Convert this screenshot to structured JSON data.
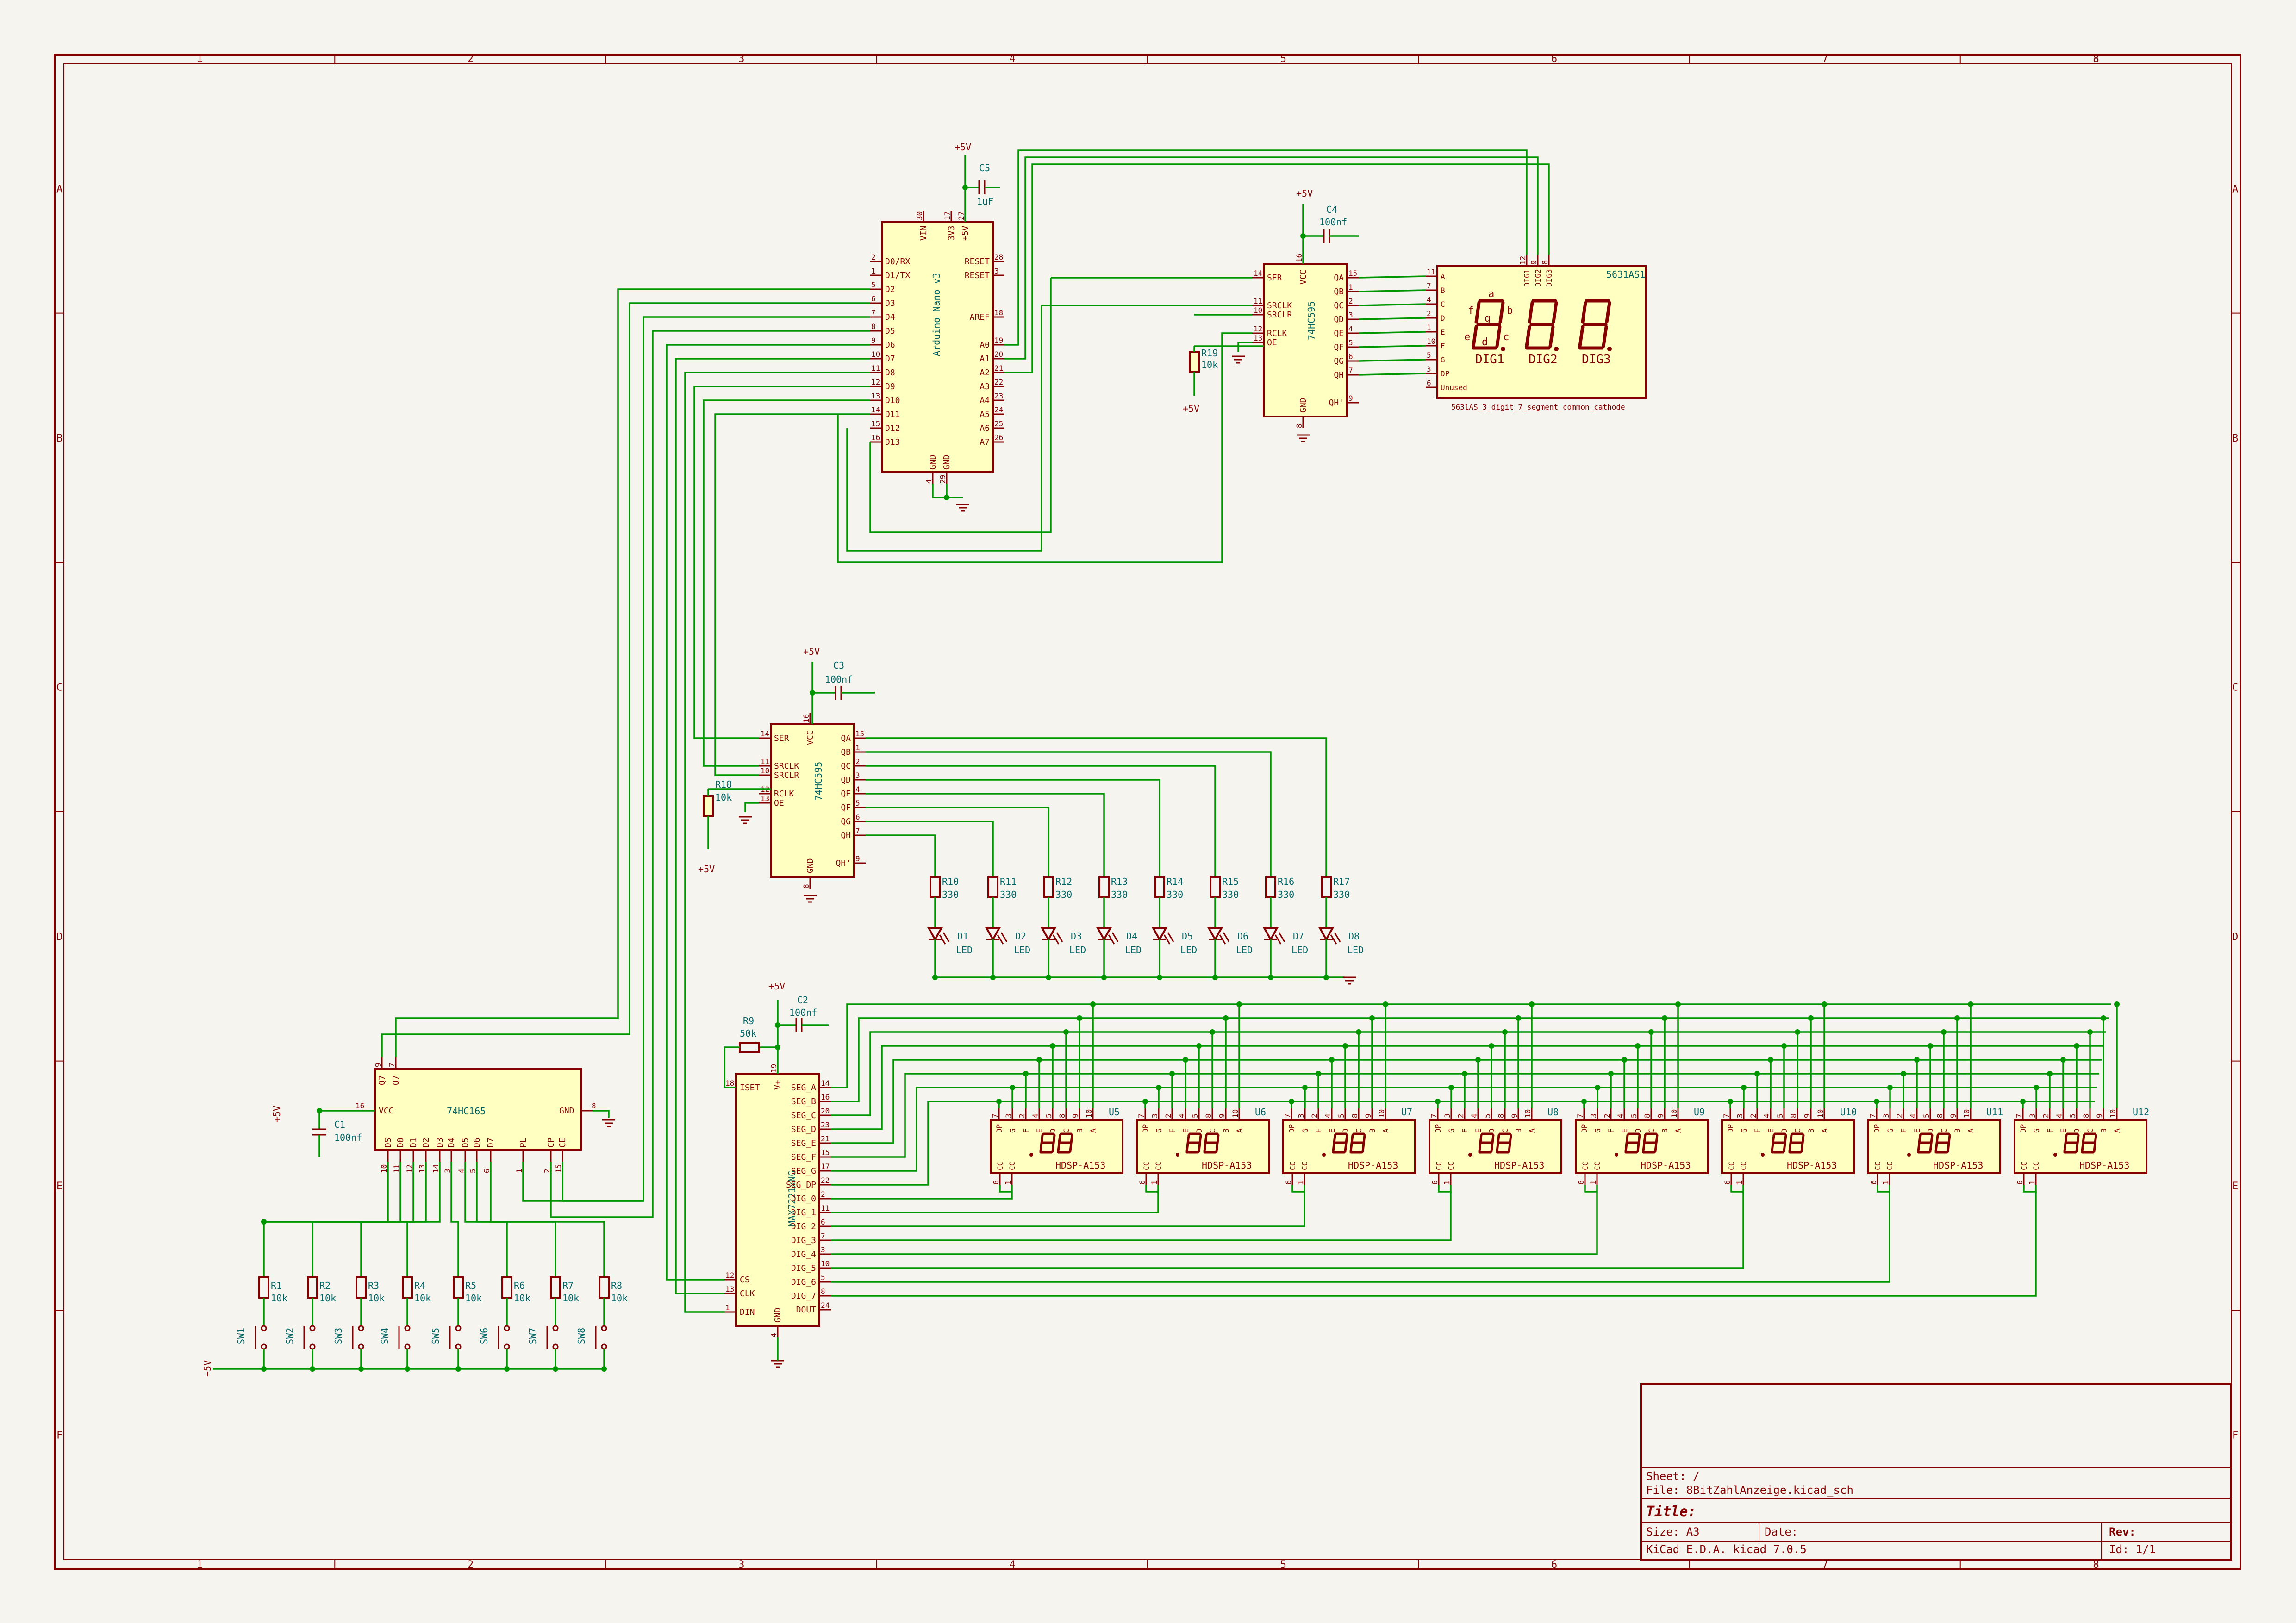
{
  "border": {
    "columns": [
      "1",
      "2",
      "3",
      "4",
      "5",
      "6",
      "7",
      "8"
    ],
    "rows": [
      "A",
      "B",
      "C",
      "D",
      "E",
      "F"
    ]
  },
  "title_block": {
    "sheet": "Sheet: /",
    "file": "File: 8BitZahlAnzeige.kicad_sch",
    "title": "Title:",
    "size": "Size: A3",
    "date": "Date:",
    "rev": "Rev:",
    "tool": "KiCad E.D.A.  kicad 7.0.5",
    "id": "Id: 1/1"
  },
  "power": {
    "vcc": "+5V"
  },
  "arduino": {
    "ref": "Arduino Nano v3",
    "left_pins": [
      {
        "n": "2",
        "l": "D0/RX"
      },
      {
        "n": "1",
        "l": "D1/TX"
      },
      {
        "n": "5",
        "l": "D2"
      },
      {
        "n": "6",
        "l": "D3"
      },
      {
        "n": "7",
        "l": "D4"
      },
      {
        "n": "8",
        "l": "D5"
      },
      {
        "n": "9",
        "l": "D6"
      },
      {
        "n": "10",
        "l": "D7"
      },
      {
        "n": "11",
        "l": "D8"
      },
      {
        "n": "12",
        "l": "D9"
      },
      {
        "n": "13",
        "l": "D10"
      },
      {
        "n": "14",
        "l": "D11"
      },
      {
        "n": "15",
        "l": "D12"
      },
      {
        "n": "16",
        "l": "D13"
      }
    ],
    "right_pins": [
      {
        "n": "28",
        "l": "RESET"
      },
      {
        "n": "3",
        "l": "RESET"
      },
      {
        "n": "18",
        "l": "AREF"
      },
      {
        "n": "19",
        "l": "A0"
      },
      {
        "n": "20",
        "l": "A1"
      },
      {
        "n": "21",
        "l": "A2"
      },
      {
        "n": "22",
        "l": "A3"
      },
      {
        "n": "23",
        "l": "A4"
      },
      {
        "n": "24",
        "l": "A5"
      },
      {
        "n": "25",
        "l": "A6"
      },
      {
        "n": "26",
        "l": "A7"
      }
    ],
    "top_pins": [
      {
        "n": "30",
        "l": "VIN"
      },
      {
        "n": "17",
        "l": "3V3"
      },
      {
        "n": "27",
        "l": "+5V"
      }
    ],
    "bottom_pins": [
      {
        "n": "4",
        "l": "GND"
      },
      {
        "n": "29",
        "l": "GND"
      }
    ]
  },
  "c5": {
    "ref": "C5",
    "val": "1uF"
  },
  "c4": {
    "ref": "C4",
    "val": "100nf"
  },
  "c3": {
    "ref": "C3",
    "val": "100nf"
  },
  "c2": {
    "ref": "C2",
    "val": "100nf"
  },
  "c1": {
    "ref": "C1",
    "val": "100nf"
  },
  "sr_top": {
    "name": "74HC595",
    "left": [
      {
        "n": "14",
        "l": "SER"
      },
      {
        "n": "11",
        "l": "SRCLK"
      },
      {
        "n": "10",
        "l": "SRCLR"
      },
      {
        "n": "12",
        "l": "RCLK"
      },
      {
        "n": "13",
        "l": "OE"
      }
    ],
    "right": [
      {
        "n": "15",
        "l": "QA"
      },
      {
        "n": "1",
        "l": "QB"
      },
      {
        "n": "2",
        "l": "QC"
      },
      {
        "n": "3",
        "l": "QD"
      },
      {
        "n": "4",
        "l": "QE"
      },
      {
        "n": "5",
        "l": "QF"
      },
      {
        "n": "6",
        "l": "QG"
      },
      {
        "n": "7",
        "l": "QH"
      },
      {
        "n": "9",
        "l": "QH'"
      }
    ],
    "vcc": {
      "n": "16",
      "l": "VCC"
    },
    "gnd": {
      "n": "8",
      "l": "GND"
    }
  },
  "sr_mid": {
    "name": "74HC595",
    "left": [
      {
        "n": "14",
        "l": "SER"
      },
      {
        "n": "11",
        "l": "SRCLK"
      },
      {
        "n": "10",
        "l": "SRCLR"
      },
      {
        "n": "12",
        "l": "RCLK"
      },
      {
        "n": "13",
        "l": "OE"
      }
    ],
    "right": [
      {
        "n": "15",
        "l": "QA"
      },
      {
        "n": "1",
        "l": "QB"
      },
      {
        "n": "2",
        "l": "QC"
      },
      {
        "n": "3",
        "l": "QD"
      },
      {
        "n": "4",
        "l": "QE"
      },
      {
        "n": "5",
        "l": "QF"
      },
      {
        "n": "6",
        "l": "QG"
      },
      {
        "n": "7",
        "l": "QH"
      },
      {
        "n": "9",
        "l": "QH'"
      }
    ],
    "vcc": {
      "n": "16",
      "l": "VCC"
    },
    "gnd": {
      "n": "8",
      "l": "GND"
    }
  },
  "r19": {
    "ref": "R19",
    "val": "10k"
  },
  "r18": {
    "ref": "R18",
    "val": "10k"
  },
  "r9": {
    "ref": "R9",
    "val": "50k"
  },
  "display3": {
    "ref": "5631AS1",
    "footprint": "5631AS_3_digit_7_segment_common_cathode",
    "left": [
      {
        "n": "11",
        "l": "A"
      },
      {
        "n": "7",
        "l": "B"
      },
      {
        "n": "4",
        "l": "C"
      },
      {
        "n": "2",
        "l": "D"
      },
      {
        "n": "1",
        "l": "E"
      },
      {
        "n": "10",
        "l": "F"
      },
      {
        "n": "5",
        "l": "G"
      },
      {
        "n": "3",
        "l": "DP"
      },
      {
        "n": "6",
        "l": "Unused"
      }
    ],
    "top": [
      {
        "n": "12",
        "l": "DIG1"
      },
      {
        "n": "9",
        "l": "DIG2"
      },
      {
        "n": "8",
        "l": "DIG3"
      }
    ],
    "digits": [
      "DIG1",
      "DIG2",
      "DIG3"
    ],
    "seg_letters": [
      "a",
      "b",
      "c",
      "d",
      "e",
      "f",
      "g"
    ]
  },
  "leds": [
    {
      "r": "R10",
      "rv": "330",
      "d": "D1",
      "dv": "LED"
    },
    {
      "r": "R11",
      "rv": "330",
      "d": "D2",
      "dv": "LED"
    },
    {
      "r": "R12",
      "rv": "330",
      "d": "D3",
      "dv": "LED"
    },
    {
      "r": "R13",
      "rv": "330",
      "d": "D4",
      "dv": "LED"
    },
    {
      "r": "R14",
      "rv": "330",
      "d": "D5",
      "dv": "LED"
    },
    {
      "r": "R15",
      "rv": "330",
      "d": "D6",
      "dv": "LED"
    },
    {
      "r": "R16",
      "rv": "330",
      "d": "D7",
      "dv": "LED"
    },
    {
      "r": "R17",
      "rv": "330",
      "d": "D8",
      "dv": "LED"
    }
  ],
  "max7221": {
    "name": "MAX7221xNG",
    "left": [
      {
        "n": "18",
        "l": "ISET"
      },
      {
        "n": "12",
        "l": "CS"
      },
      {
        "n": "13",
        "l": "CLK"
      },
      {
        "n": "1",
        "l": "DIN"
      }
    ],
    "right": [
      {
        "n": "14",
        "l": "SEG_A"
      },
      {
        "n": "16",
        "l": "SEG_B"
      },
      {
        "n": "20",
        "l": "SEG_C"
      },
      {
        "n": "23",
        "l": "SEG_D"
      },
      {
        "n": "21",
        "l": "SEG_E"
      },
      {
        "n": "15",
        "l": "SEG_F"
      },
      {
        "n": "17",
        "l": "SEG_G"
      },
      {
        "n": "22",
        "l": "SEG_DP"
      },
      {
        "n": "2",
        "l": "DIG_0"
      },
      {
        "n": "11",
        "l": "DIG_1"
      },
      {
        "n": "6",
        "l": "DIG_2"
      },
      {
        "n": "7",
        "l": "DIG_3"
      },
      {
        "n": "3",
        "l": "DIG_4"
      },
      {
        "n": "10",
        "l": "DIG_5"
      },
      {
        "n": "5",
        "l": "DIG_6"
      },
      {
        "n": "8",
        "l": "DIG_7"
      },
      {
        "n": "24",
        "l": "DOUT"
      }
    ],
    "vplus": {
      "n": "19",
      "l": "V+"
    },
    "gnd": {
      "n": "4",
      "l": "GND"
    }
  },
  "hdsp": {
    "part": "HDSP-A153",
    "refs": [
      "U5",
      "U6",
      "U7",
      "U8",
      "U9",
      "U10",
      "U11",
      "U12"
    ],
    "top": [
      {
        "n": "7",
        "l": "DP"
      },
      {
        "n": "3",
        "l": "G"
      },
      {
        "n": "2",
        "l": "F"
      },
      {
        "n": "4",
        "l": "E"
      },
      {
        "n": "5",
        "l": "D"
      },
      {
        "n": "8",
        "l": "C"
      },
      {
        "n": "9",
        "l": "B"
      },
      {
        "n": "10",
        "l": "A"
      }
    ],
    "left_top": [
      "DP"
    ],
    "bottom": [
      {
        "n": "6",
        "l": "CC"
      },
      {
        "n": "1",
        "l": "CC"
      }
    ]
  },
  "hc165": {
    "name": "74HC165",
    "top": [
      {
        "n": "9",
        "l": "Q7"
      },
      {
        "n": "7",
        "l": "Q7"
      }
    ],
    "vcc": {
      "n": "16",
      "l": "VCC"
    },
    "gnd": {
      "n": "8",
      "l": "GND"
    },
    "bottom": [
      {
        "n": "10",
        "l": "DS"
      },
      {
        "n": "11",
        "l": "D0"
      },
      {
        "n": "12",
        "l": "D1"
      },
      {
        "n": "13",
        "l": "D2"
      },
      {
        "n": "14",
        "l": "D3"
      },
      {
        "n": "3",
        "l": "D4"
      },
      {
        "n": "4",
        "l": "D5"
      },
      {
        "n": "5",
        "l": "D6"
      },
      {
        "n": "6",
        "l": "D7"
      },
      {
        "n": "1",
        "l": "PL"
      },
      {
        "n": "2",
        "l": "CP"
      },
      {
        "n": "15",
        "l": "CE"
      }
    ]
  },
  "switches": [
    {
      "r": "R1",
      "rv": "10k",
      "sw": "SW1"
    },
    {
      "r": "R2",
      "rv": "10k",
      "sw": "SW2"
    },
    {
      "r": "R3",
      "rv": "10k",
      "sw": "SW3"
    },
    {
      "r": "R4",
      "rv": "10k",
      "sw": "SW4"
    },
    {
      "r": "R5",
      "rv": "10k",
      "sw": "SW5"
    },
    {
      "r": "R6",
      "rv": "10k",
      "sw": "SW6"
    },
    {
      "r": "R7",
      "rv": "10k",
      "sw": "SW7"
    },
    {
      "r": "R8",
      "rv": "10k",
      "sw": "SW8"
    }
  ]
}
